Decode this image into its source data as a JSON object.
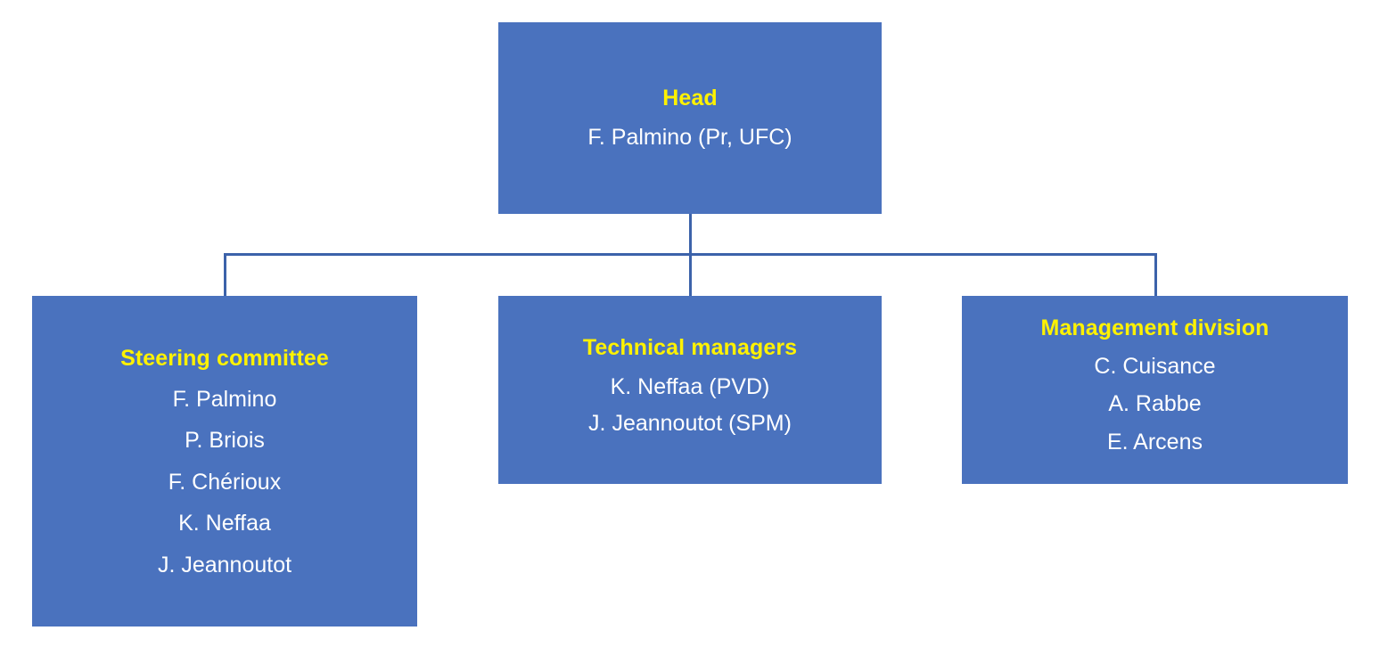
{
  "diagram": {
    "type": "organization-chart",
    "colors": {
      "box_fill": "#4A72BE",
      "connector": "#3C62AA",
      "title_text": "#FFF200",
      "body_text": "#FFFFFF",
      "background": "#FFFFFF"
    },
    "nodes": {
      "head": {
        "title": "Head",
        "members": [
          "F. Palmino (Pr, UFC)"
        ]
      },
      "steering": {
        "title": "Steering committee",
        "members": [
          "F. Palmino",
          "P. Briois",
          "F. Chérioux",
          "K. Neffaa",
          "J. Jeannoutot"
        ]
      },
      "technical": {
        "title": "Technical managers",
        "members": [
          "K. Neffaa (PVD)",
          "J. Jeannoutot (SPM)"
        ]
      },
      "management": {
        "title": "Management division",
        "members": [
          "C. Cuisance",
          "A. Rabbe",
          "E. Arcens"
        ]
      }
    }
  }
}
